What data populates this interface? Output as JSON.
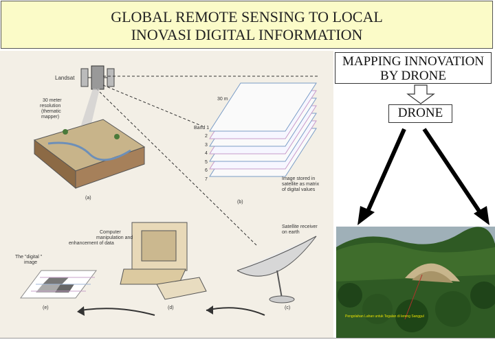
{
  "title": {
    "line1": "GLOBAL REMOTE SENSING TO LOCAL",
    "line2": "INOVASI DIGITAL INFORMATION"
  },
  "mapping_box": {
    "line1": "MAPPING INNOVATION",
    "line2": "BY DRONE"
  },
  "drone_label": "DRONE",
  "diagram": {
    "landsat": "Landsat",
    "resolution_line1": "30 meter",
    "resolution_line2": "resolution",
    "resolution_line3": "(thematic",
    "resolution_line4": "mapper)",
    "meters": "30 m",
    "bands": [
      "Band 1",
      "2",
      "3",
      "4",
      "5",
      "6",
      "7"
    ],
    "stored_line1": "Image stored in",
    "stored_line2": "satellite as matrix",
    "stored_line3": "of digital values",
    "computer_line1": "Computer",
    "computer_line2": "manipulation and",
    "computer_line3": "enhancement of data",
    "receiver_line1": "Satellite receiver",
    "receiver_line2": "on earth",
    "digital_line1": "The \"digital \"",
    "digital_line2": "image",
    "label_a": "(a)",
    "label_b": "(b)",
    "label_c": "(c)",
    "label_d": "(d)",
    "label_e": "(e)"
  },
  "photo_caption": "Pengolahan Lahan untuk Tegalan di lereng Sanggul"
}
